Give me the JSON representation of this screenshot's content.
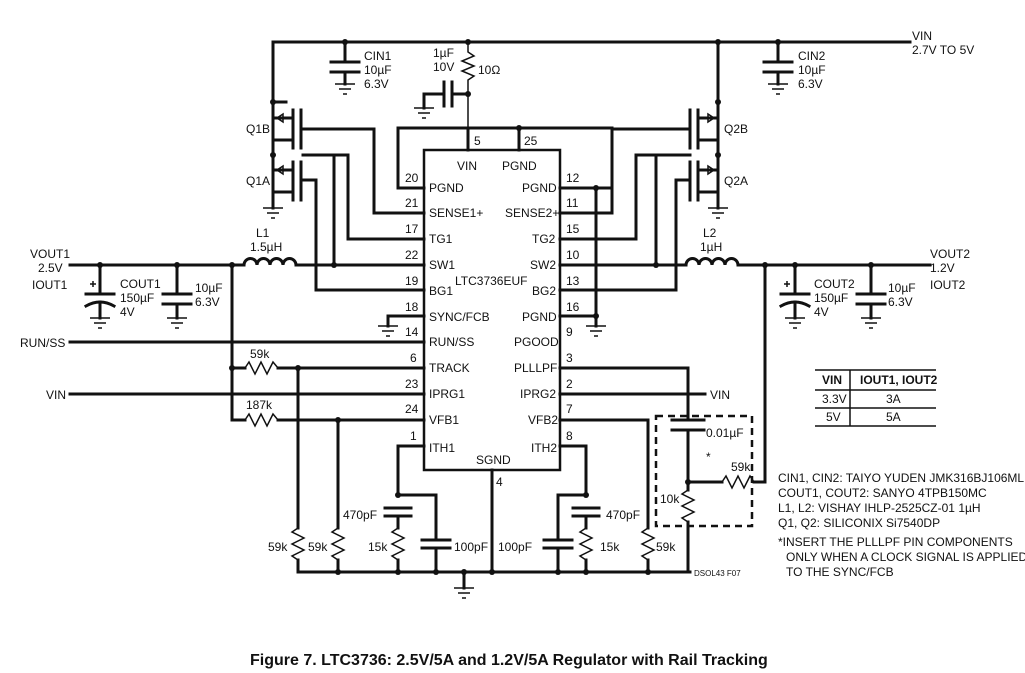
{
  "figure_caption": "Figure 7. LTC3736: 2.5V/5A and 1.2V/5A Regulator with Rail Tracking",
  "drawing_id": "DSOL43 F07",
  "ic": {
    "name": "LTC3736EUF",
    "left_pins": [
      {
        "num": "20",
        "name": "PGND"
      },
      {
        "num": "21",
        "name": "SENSE1+"
      },
      {
        "num": "17",
        "name": "TG1"
      },
      {
        "num": "22",
        "name": "SW1"
      },
      {
        "num": "19",
        "name": "BG1"
      },
      {
        "num": "18",
        "name": "SYNC/FCB"
      },
      {
        "num": "14",
        "name": "RUN/SS"
      },
      {
        "num": "6",
        "name": "TRACK"
      },
      {
        "num": "23",
        "name": "IPRG1"
      },
      {
        "num": "24",
        "name": "VFB1"
      },
      {
        "num": "1",
        "name": "ITH1"
      }
    ],
    "right_pins": [
      {
        "num": "12",
        "name": "PGND"
      },
      {
        "num": "11",
        "name": "SENSE2+"
      },
      {
        "num": "15",
        "name": "TG2"
      },
      {
        "num": "10",
        "name": "SW2"
      },
      {
        "num": "13",
        "name": "BG2"
      },
      {
        "num": "16",
        "name": "PGND"
      },
      {
        "num": "9",
        "name": "PGOOD"
      },
      {
        "num": "3",
        "name": "PLLLPF"
      },
      {
        "num": "2",
        "name": "IPRG2"
      },
      {
        "num": "7",
        "name": "VFB2"
      },
      {
        "num": "8",
        "name": "ITH2"
      }
    ],
    "top_pins": [
      {
        "num": "5",
        "name": "VIN"
      },
      {
        "num": "25",
        "name": "PGND"
      }
    ],
    "bottom_pins": [
      {
        "num": "4",
        "name": "SGND"
      }
    ]
  },
  "vin": {
    "label": "VIN",
    "range": "2.7V TO 5V"
  },
  "components": {
    "cin1": {
      "name": "CIN1",
      "value": "10µF",
      "voltage": "6.3V"
    },
    "cin2": {
      "name": "CIN2",
      "value": "10µF",
      "voltage": "6.3V"
    },
    "cvin": {
      "value": "1µF",
      "voltage": "10V"
    },
    "rvin": {
      "value": "10Ω"
    },
    "q1b": "Q1B",
    "q1a": "Q1A",
    "q2b": "Q2B",
    "q2a": "Q2A",
    "l1": {
      "name": "L1",
      "value": "1.5µH"
    },
    "l2": {
      "name": "L2",
      "value": "1µH"
    },
    "cout1": {
      "name": "COUT1",
      "value": "150µF",
      "voltage": "4V"
    },
    "cout1b": {
      "value": "10µF",
      "voltage": "6.3V"
    },
    "cout2": {
      "name": "COUT2",
      "value": "150µF",
      "voltage": "4V"
    },
    "cout2b": {
      "value": "10µF",
      "voltage": "6.3V"
    },
    "r59k_track": "59k",
    "r187k": "187k",
    "r59k_a": "59k",
    "r59k_b": "59k",
    "c470p_1": "470pF",
    "r15k_1": "15k",
    "c100p_1": "100pF",
    "c100p_2": "100pF",
    "c470p_2": "470pF",
    "r15k_2": "15k",
    "r59k_c": "59k",
    "c001": "0.01µF",
    "r10k": "10k",
    "r59k_d": "59k",
    "asterisk": "*"
  },
  "nets": {
    "vout1": "VOUT1",
    "vout1_val": "2.5V",
    "iout1": "IOUT1",
    "vout2": "VOUT2",
    "vout2_val": "1.2V",
    "iout2": "IOUT2",
    "run_ss": "RUN/SS",
    "vin_left": "VIN",
    "vin_right": "VIN"
  },
  "table": {
    "headers": [
      "VIN",
      "IOUT1, IOUT2"
    ],
    "rows": [
      [
        "3.3V",
        "3A"
      ],
      [
        "5V",
        "5A"
      ]
    ]
  },
  "notes": [
    "CIN1, CIN2: TAIYO YUDEN JMK316BJ106ML",
    "COUT1, COUT2: SANYO 4TPB150MC",
    "L1, L2: VISHAY IHLP-2525CZ-01 1µH",
    "Q1, Q2: SILICONIX Si7540DP",
    "*INSERT THE PLLLPF PIN COMPONENTS",
    "ONLY WHEN A CLOCK SIGNAL IS APPLIED",
    "TO THE SYNC/FCB"
  ]
}
